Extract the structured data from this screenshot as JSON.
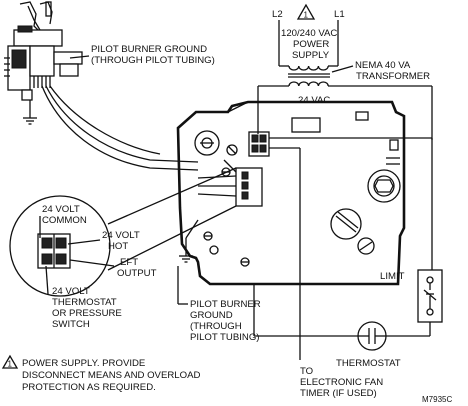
{
  "supply": {
    "l2": "L2",
    "l1": "L1",
    "note_marker": "1",
    "voltage": "120/240 VAC",
    "power": "POWER",
    "supply": "SUPPLY"
  },
  "transformer": {
    "line1": "NEMA 40 VA",
    "line2": "TRANSFORMER",
    "secondary": "24 VAC"
  },
  "pilot_top": {
    "line1": "PILOT BURNER GROUND",
    "line2": "(THROUGH PILOT TUBING)"
  },
  "terminals": {
    "common1": "24 VOLT",
    "common2": "COMMON",
    "hot1": "24 VOLT",
    "hot2": "HOT",
    "eft1": "EFT",
    "eft2": "OUTPUT",
    "thermo1": "24 VOLT",
    "thermo2": "THERMOSTAT",
    "thermo3": "OR PRESSURE",
    "thermo4": "SWITCH"
  },
  "pilot_bottom": {
    "line1": "PILOT BURNER",
    "line2": "GROUND",
    "line3": "(THROUGH",
    "line4": "PILOT TUBING)"
  },
  "limit": "LIMIT",
  "thermostat": "THERMOSTAT",
  "fan_timer": {
    "line1": "TO",
    "line2": "ELECTRONIC FAN",
    "line3": "TIMER (IF USED)"
  },
  "note": {
    "marker": "1",
    "line1": "POWER SUPPLY. PROVIDE",
    "line2": "DISCONNECT MEANS AND OVERLOAD",
    "line3": "PROTECTION AS REQUIRED."
  },
  "figure_id": "M7935C"
}
